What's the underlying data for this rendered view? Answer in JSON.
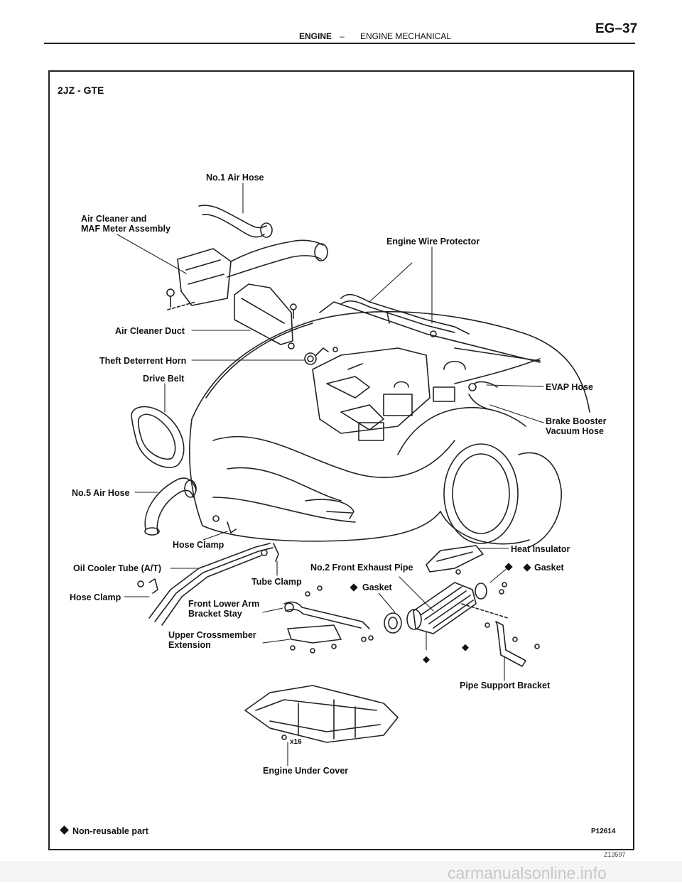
{
  "header": {
    "section": "ENGINE",
    "separator": "–",
    "subsection": "ENGINE MECHANICAL",
    "page": "EG–37"
  },
  "figure": {
    "model": "2JZ - GTE",
    "figure_code": "P12614",
    "reference_code": "Z13597",
    "legend": "Non-reusable part",
    "quantity_note": "x16"
  },
  "labels": {
    "no1_air_hose": "No.1 Air Hose",
    "air_cleaner_line1": "Air Cleaner and",
    "air_cleaner_line2": "MAF Meter Assembly",
    "engine_wire_protector": "Engine Wire Protector",
    "air_cleaner_duct": "Air Cleaner Duct",
    "theft_deterrent_horn": "Theft Deterrent Horn",
    "drive_belt": "Drive Belt",
    "evap_hose": "EVAP Hose",
    "brake_booster_line1": "Brake Booster",
    "brake_booster_line2": "Vacuum Hose",
    "no5_air_hose": "No.5 Air Hose",
    "hose_clamp_upper": "Hose Clamp",
    "heat_insulator": "Heat Insulator",
    "oil_cooler_tube": "Oil Cooler Tube (A/T)",
    "no2_front_exhaust_pipe": "No.2 Front Exhaust Pipe",
    "gasket_right": "Gasket",
    "tube_clamp": "Tube Clamp",
    "hose_clamp_lower": "Hose Clamp",
    "gasket_center": "Gasket",
    "front_lower_arm_line1": "Front Lower Arm",
    "front_lower_arm_line2": "Bracket Stay",
    "upper_crossmember_line1": "Upper Crossmember",
    "upper_crossmember_line2": "Extension",
    "pipe_support_bracket": "Pipe Support Bracket",
    "engine_under_cover": "Engine Under Cover"
  },
  "watermark": "carmanualsonline.info"
}
